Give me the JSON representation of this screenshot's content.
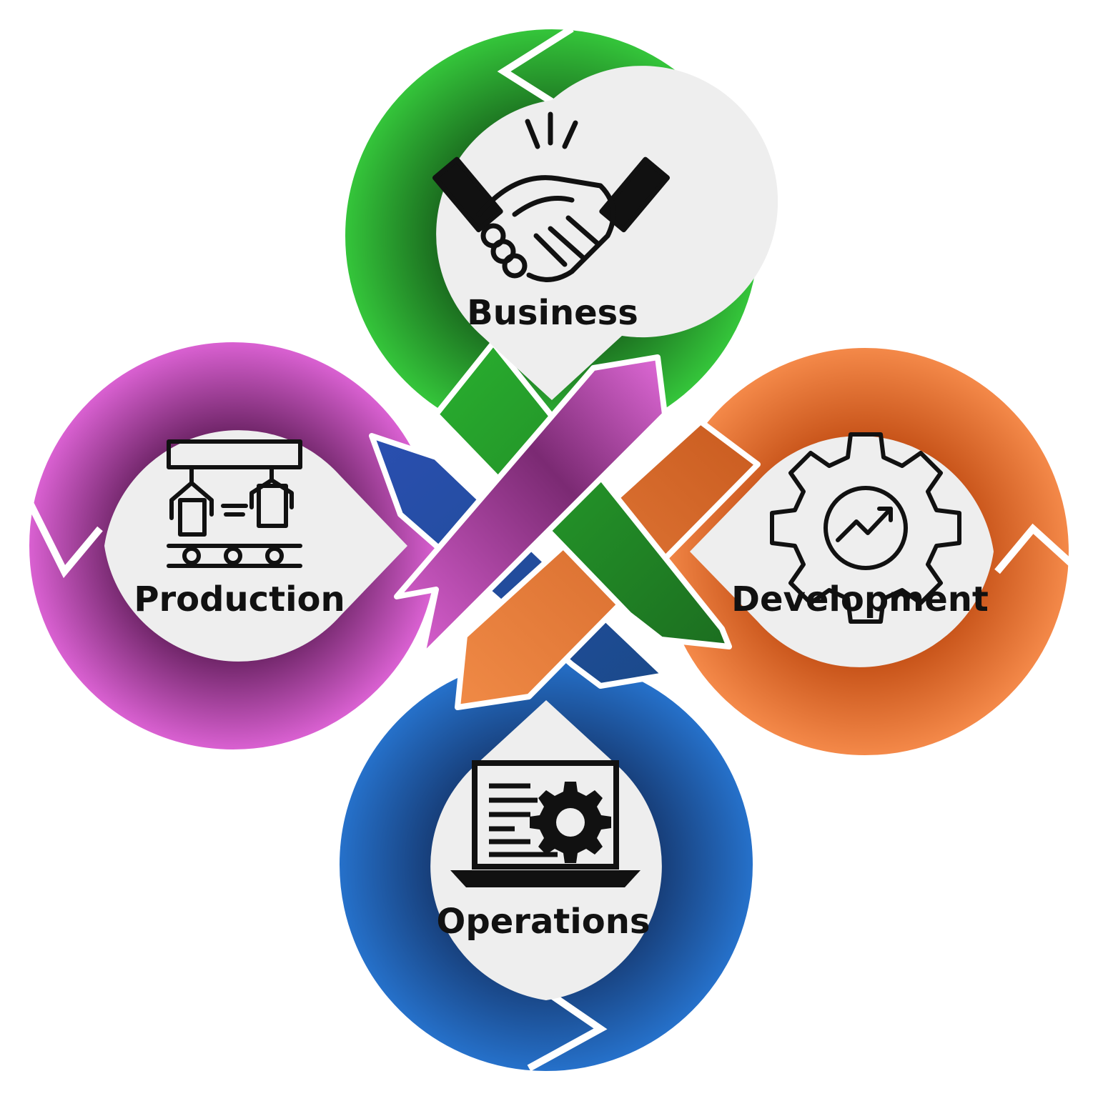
{
  "nodes": [
    {
      "id": "business",
      "label": "Business",
      "color": "#2fbe36",
      "dark": "#1e7a22",
      "icon": "handshake-icon"
    },
    {
      "id": "development",
      "label": "Development",
      "color": "#ef7a33",
      "dark": "#c9571d",
      "icon": "gear-growth-icon"
    },
    {
      "id": "operations",
      "label": "Operations",
      "color": "#2069c4",
      "dark": "#1a4a8a",
      "icon": "laptop-gear-icon"
    },
    {
      "id": "production",
      "label": "Production",
      "color": "#d95cd2",
      "dark": "#7f2f7a",
      "icon": "production-line-icon"
    }
  ],
  "colors": {
    "circle_fill": "#eeeeee",
    "outline": "#ffffff",
    "icon_stroke": "#111111"
  }
}
